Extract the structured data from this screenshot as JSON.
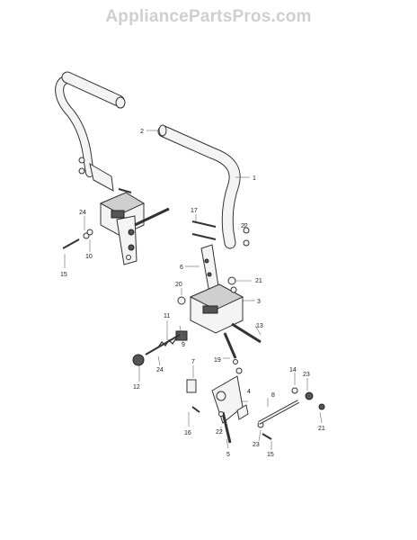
{
  "watermark": "AppliancePartsPros.com",
  "callouts": [
    {
      "id": "c1",
      "text": "1"
    },
    {
      "id": "c2",
      "text": "2"
    },
    {
      "id": "c3",
      "text": "3"
    },
    {
      "id": "c4",
      "text": "4"
    },
    {
      "id": "c5",
      "text": "5"
    },
    {
      "id": "c6",
      "text": "6"
    },
    {
      "id": "c7",
      "text": "7"
    },
    {
      "id": "c8",
      "text": "8"
    },
    {
      "id": "c9",
      "text": "9"
    },
    {
      "id": "c10",
      "text": "10"
    },
    {
      "id": "c11",
      "text": "11"
    },
    {
      "id": "c12",
      "text": "12"
    },
    {
      "id": "c13",
      "text": "13"
    },
    {
      "id": "c14",
      "text": "14"
    },
    {
      "id": "c15a",
      "text": "15"
    },
    {
      "id": "c15b",
      "text": "15"
    },
    {
      "id": "c16",
      "text": "16"
    },
    {
      "id": "c17",
      "text": "17"
    },
    {
      "id": "c19",
      "text": "19"
    },
    {
      "id": "c20",
      "text": "20"
    },
    {
      "id": "c21a",
      "text": "21"
    },
    {
      "id": "c21b",
      "text": "21"
    },
    {
      "id": "c22a",
      "text": "22"
    },
    {
      "id": "c22b",
      "text": "22"
    },
    {
      "id": "c23a",
      "text": "23"
    },
    {
      "id": "c23b",
      "text": "23"
    },
    {
      "id": "c24a",
      "text": "24"
    },
    {
      "id": "c24b",
      "text": "24"
    }
  ]
}
